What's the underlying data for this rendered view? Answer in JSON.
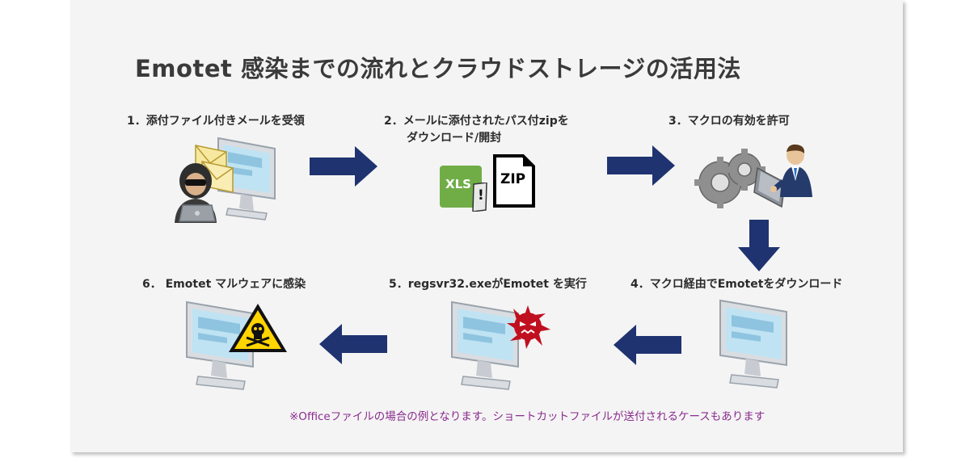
{
  "title": "Emotet 感染までの流れとクラウドストレージの活用法",
  "steps": [
    {
      "label": "1．添付ファイル付きメールを受領"
    },
    {
      "label_line1": "2．メールに添付されたパス付zipを",
      "label_line2": "ダウンロード/開封"
    },
    {
      "label": "3．マクロの有効を許可"
    },
    {
      "label": "4．マクロ経由でEmotetをダウンロード"
    },
    {
      "label": "5．regsvr32.exeがEmotet を実行"
    },
    {
      "label": "6． Emotet マルウェアに感染"
    }
  ],
  "icons": {
    "xls": "XLS",
    "zip": "ZIP",
    "warning_mark": "!"
  },
  "note": "※Officeファイルの場合の例となります。ショートカットファイルが送付されるケースもあります",
  "colors": {
    "arrow": "#1f3370",
    "title": "#3a3a3a",
    "note": "#8a2b8e",
    "xls_green": "#70ad47"
  }
}
